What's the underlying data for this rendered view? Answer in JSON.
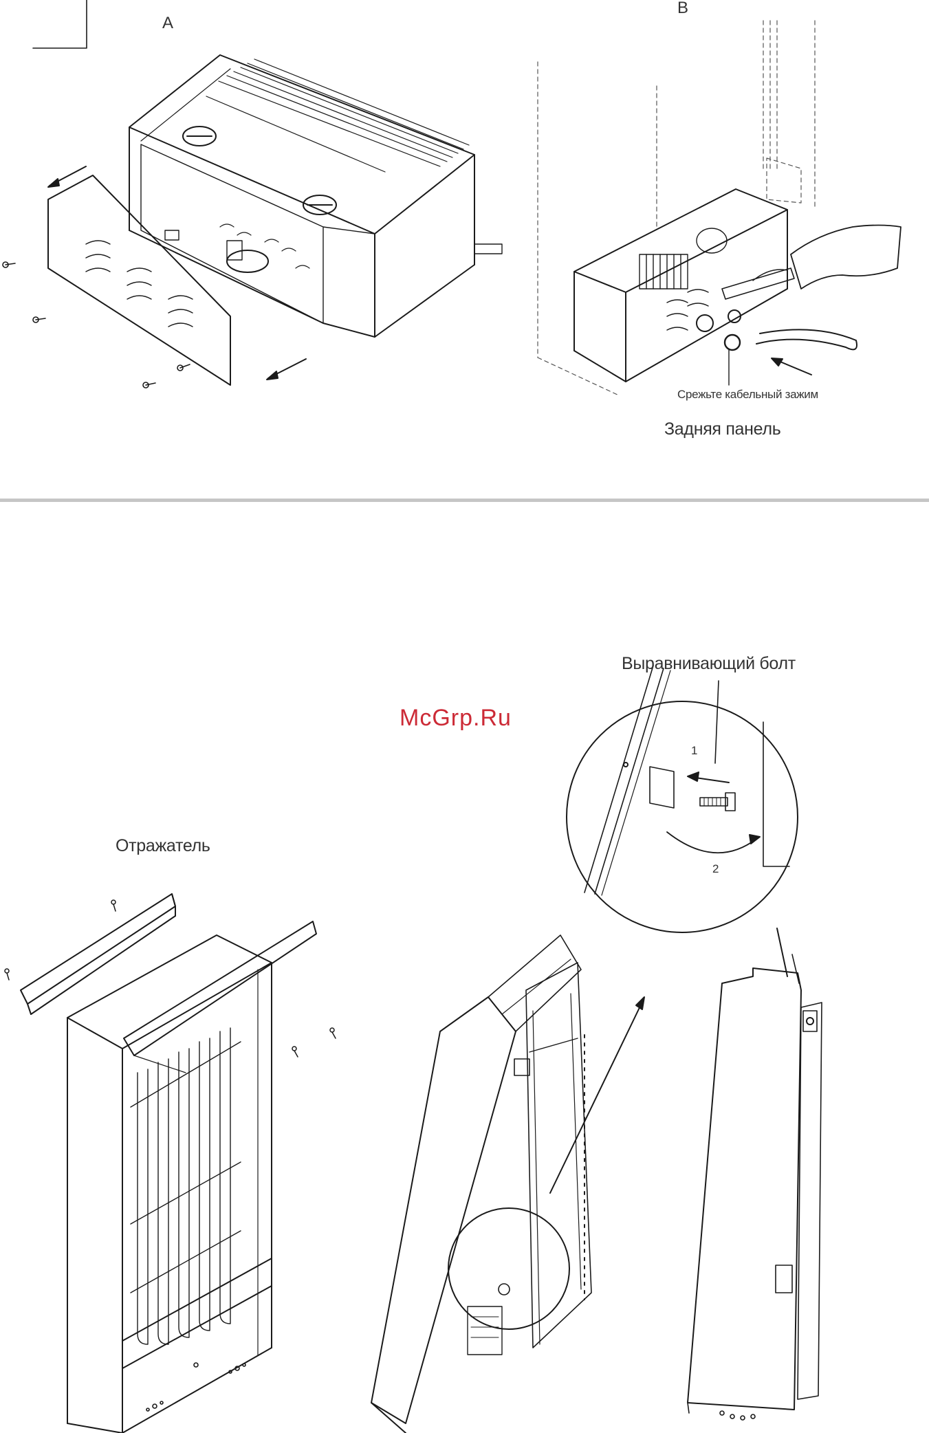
{
  "labels": {
    "fig_a": "A",
    "fig_b": "B",
    "cable_clamp": "Срежьте кабельный зажим",
    "back_panel": "Задняя панель",
    "reflector": "Отражатель",
    "leveling_bolt": "Выравнивающий болт",
    "step_1": "1",
    "step_2": "2"
  },
  "watermark": {
    "text": "McGrp.Ru",
    "color": "#cc2a36"
  },
  "colors": {
    "line": "#1a1a1a",
    "divider": "#c6c6c6",
    "text": "#333333"
  }
}
